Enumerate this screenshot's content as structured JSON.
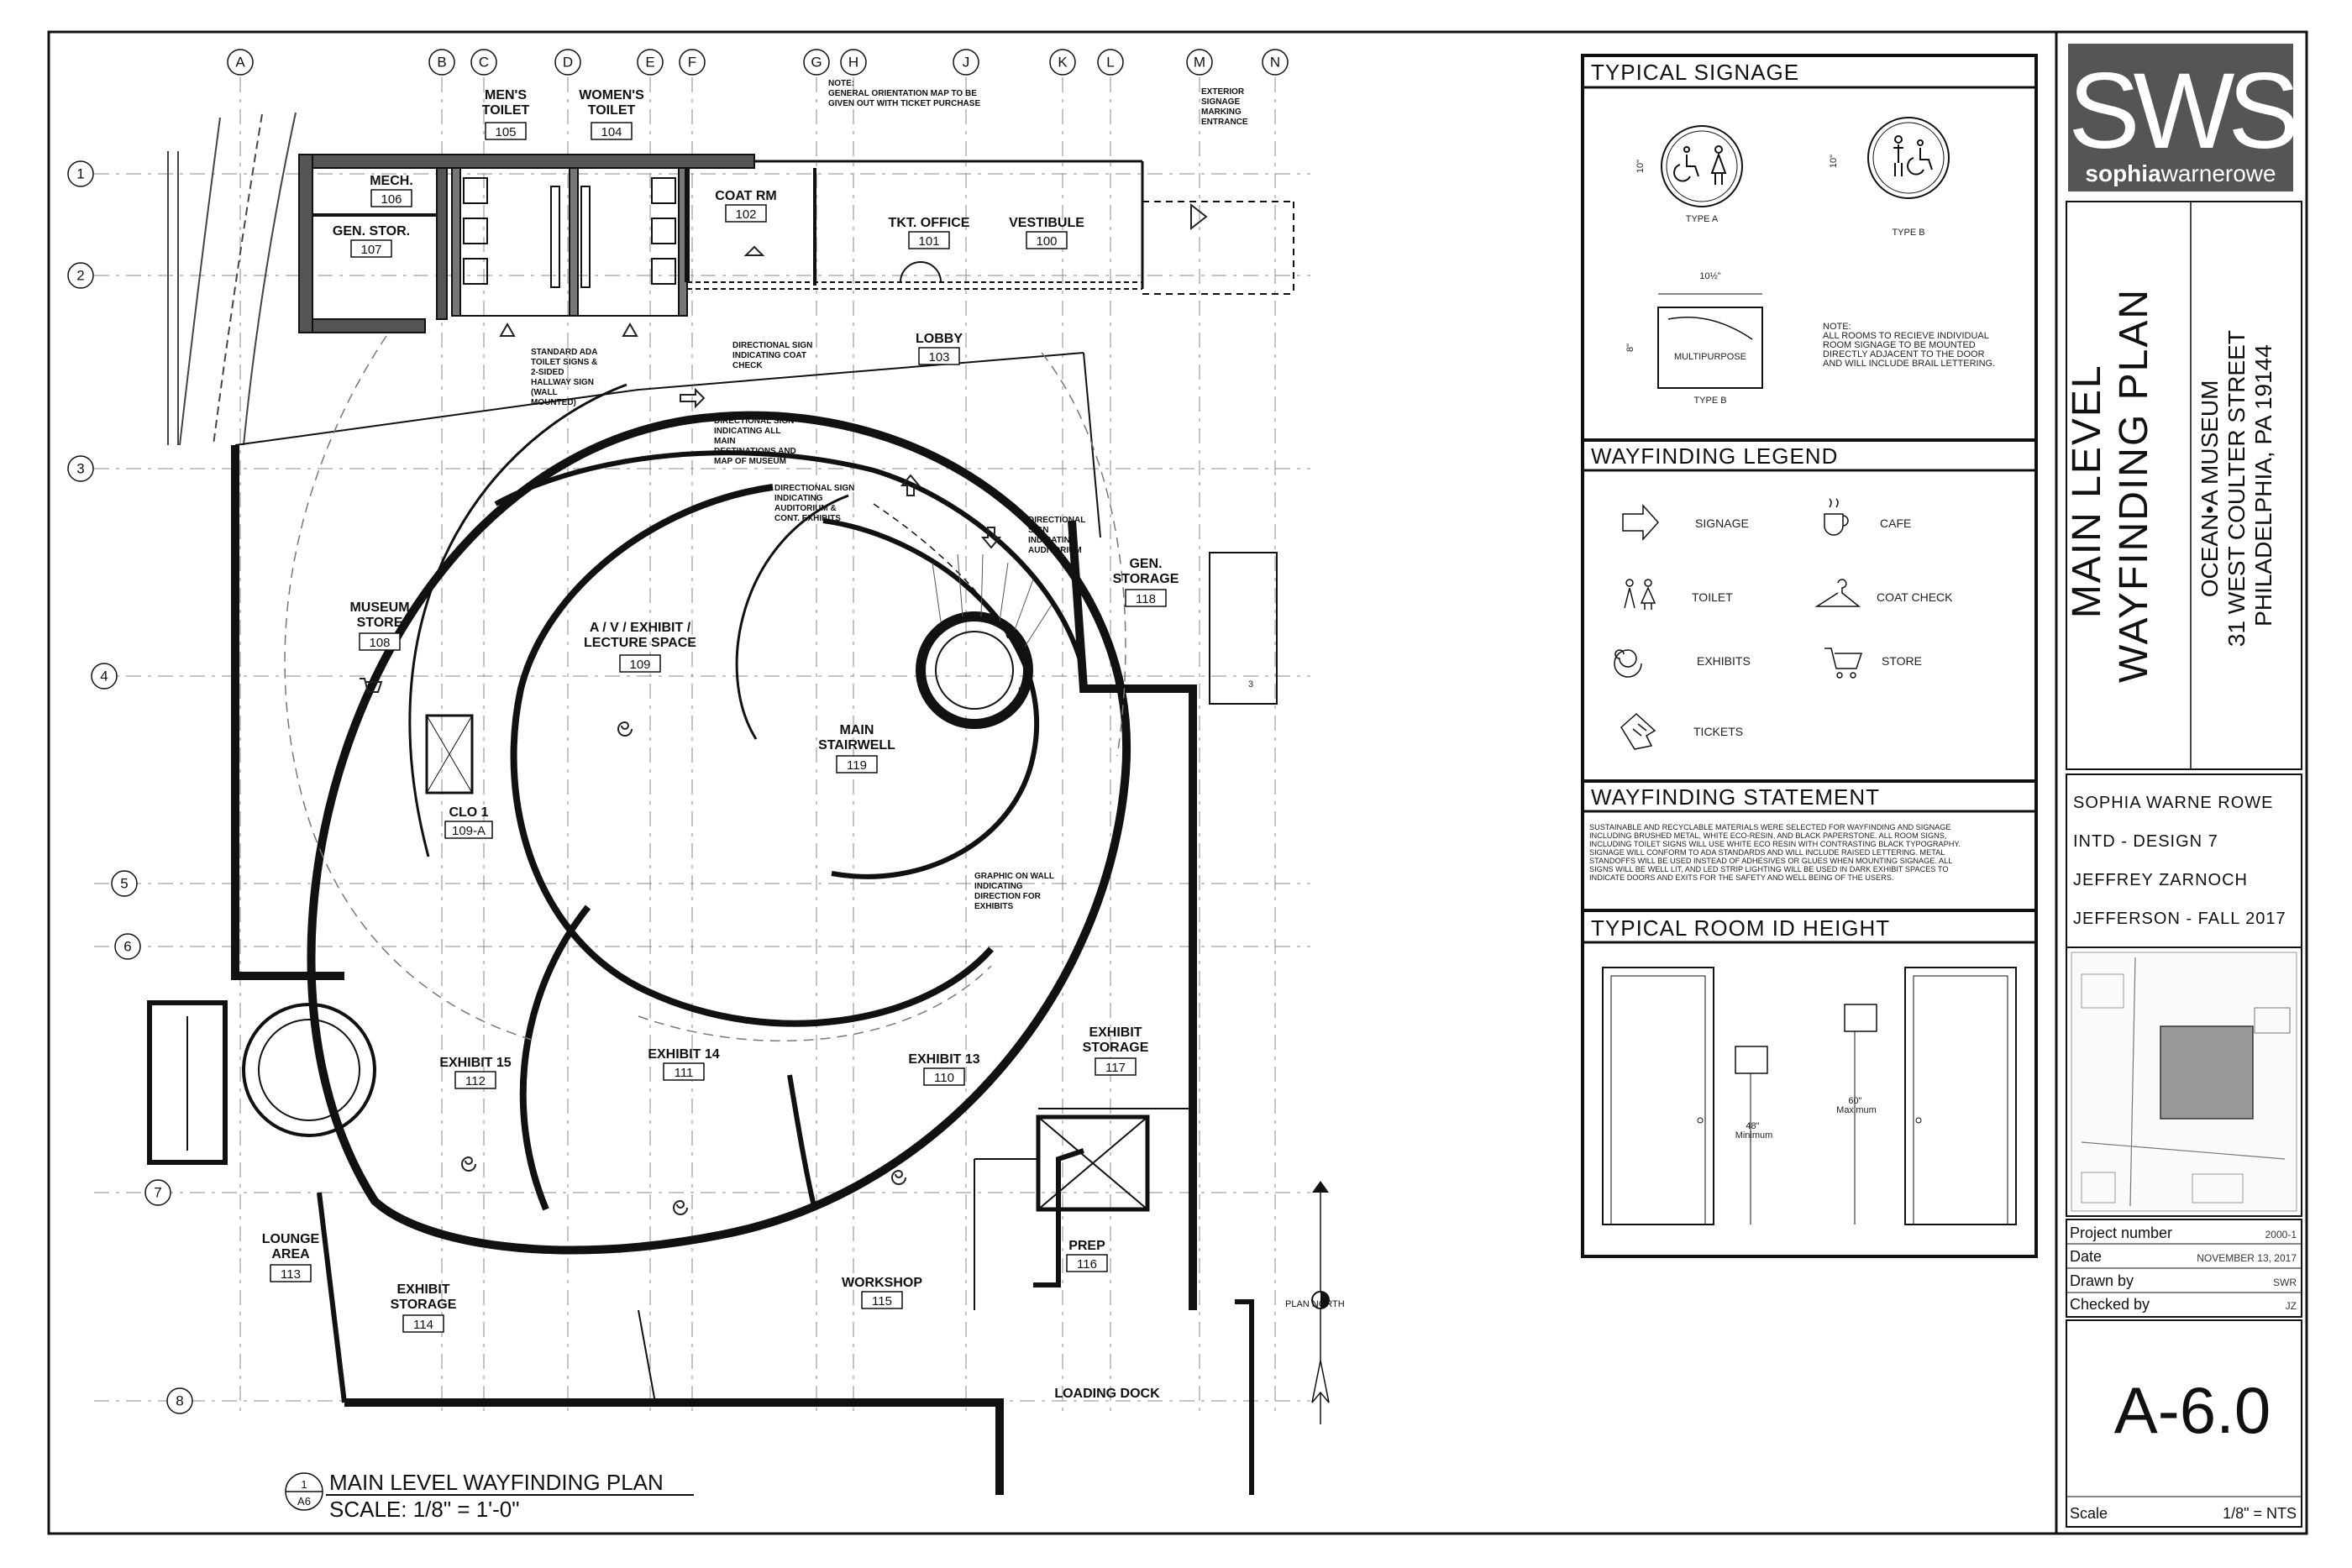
{
  "plan": {
    "title": "MAIN LEVEL WAYFINDING PLAN",
    "scale": "SCALE: 1/8\" = 1'-0\"",
    "detail_number": "1",
    "detail_sheet": "A6",
    "north_label": "PLAN NORTH",
    "grid_cols": [
      "A",
      "B",
      "C",
      "D",
      "E",
      "F",
      "G",
      "H",
      "J",
      "K",
      "L",
      "M",
      "N"
    ],
    "grid_rows": [
      "1",
      "2",
      "3",
      "4",
      "5",
      "6",
      "7",
      "8"
    ],
    "rooms": [
      {
        "name": "MEN'S TOILET",
        "lines": [
          "MEN'S",
          "TOILET"
        ],
        "number": "105"
      },
      {
        "name": "WOMEN'S TOILET",
        "lines": [
          "WOMEN'S",
          "TOILET"
        ],
        "number": "104"
      },
      {
        "name": "MECH.",
        "lines": [
          "MECH."
        ],
        "number": "106"
      },
      {
        "name": "GEN. STOR.",
        "lines": [
          "GEN. STOR."
        ],
        "number": "107"
      },
      {
        "name": "COAT RM",
        "lines": [
          "COAT RM"
        ],
        "number": "102"
      },
      {
        "name": "TKT. OFFICE",
        "lines": [
          "TKT. OFFICE"
        ],
        "number": "101"
      },
      {
        "name": "VESTIBULE",
        "lines": [
          "VESTIBULE"
        ],
        "number": "100"
      },
      {
        "name": "LOBBY",
        "lines": [
          "LOBBY"
        ],
        "number": "103"
      },
      {
        "name": "MUSEUM STORE",
        "lines": [
          "MUSEUM",
          "STORE"
        ],
        "number": "108"
      },
      {
        "name": "A / V / EXHIBIT / LECTURE SPACE",
        "lines": [
          "A / V / EXHIBIT /",
          "LECTURE SPACE"
        ],
        "number": "109"
      },
      {
        "name": "GEN. STORAGE",
        "lines": [
          "GEN.",
          "STORAGE"
        ],
        "number": "118"
      },
      {
        "name": "MAIN STAIRWELL",
        "lines": [
          "MAIN",
          "STAIRWELL"
        ],
        "number": "119"
      },
      {
        "name": "CLO 1",
        "lines": [
          "CLO 1"
        ],
        "number": "109-A"
      },
      {
        "name": "EXHIBIT 15",
        "lines": [
          "EXHIBIT 15"
        ],
        "number": "112"
      },
      {
        "name": "EXHIBIT 14",
        "lines": [
          "EXHIBIT 14"
        ],
        "number": "111"
      },
      {
        "name": "EXHIBIT 13",
        "lines": [
          "EXHIBIT 13"
        ],
        "number": "110"
      },
      {
        "name": "EXHIBIT STORAGE",
        "lines": [
          "EXHIBIT",
          "STORAGE"
        ],
        "number": "117"
      },
      {
        "name": "LOUNGE AREA",
        "lines": [
          "LOUNGE",
          "AREA"
        ],
        "number": "113"
      },
      {
        "name": "EXHIBIT STORAGE",
        "lines": [
          "EXHIBIT",
          "STORAGE"
        ],
        "number": "114"
      },
      {
        "name": "WORKSHOP",
        "lines": [
          "WORKSHOP"
        ],
        "number": "115"
      },
      {
        "name": "PREP",
        "lines": [
          "PREP"
        ],
        "number": "116"
      },
      {
        "name": "LOADING DOCK",
        "lines": [
          "LOADING DOCK"
        ],
        "number": ""
      }
    ],
    "notes": [
      {
        "lines": [
          "NOTE:",
          "GENERAL ORIENTATION MAP TO BE",
          "GIVEN OUT WITH TICKET PURCHASE"
        ]
      },
      {
        "lines": [
          "EXTERIOR",
          "SIGNAGE",
          "MARKING",
          "ENTRANCE"
        ]
      },
      {
        "lines": [
          "STANDARD ADA",
          "TOILET SIGNS &",
          "2-SIDED",
          "HALLWAY SIGN",
          "(WALL",
          "MOUNTED)"
        ]
      },
      {
        "lines": [
          "DIRECTIONAL SIGN",
          "INDICATING COAT",
          "CHECK"
        ]
      },
      {
        "lines": [
          "DIRECTIONAL SIGN",
          "INDICATING ALL",
          "MAIN",
          "DESTINATIONS AND",
          "MAP OF MUSEUM"
        ]
      },
      {
        "lines": [
          "DIRECTIONAL SIGN",
          "INDICATING",
          "AUDITORIUM &",
          "CONT. EXHIBITS"
        ]
      },
      {
        "lines": [
          "DIRECTIONAL",
          "SIGN",
          "INDICATING",
          "AUDITORIUM"
        ]
      },
      {
        "lines": [
          "GRAPHIC ON WALL",
          "INDICATING",
          "DIRECTION FOR",
          "EXHIBITS"
        ]
      }
    ]
  },
  "typical_signage": {
    "title": "TYPICAL SIGNAGE",
    "type_a": "TYPE A",
    "type_b": "TYPE B",
    "type_b2": "TYPE B",
    "dim_10": "10\"",
    "dim_10b": "10\"",
    "dim_10_half": "10½\"",
    "dim_8": "8\"",
    "multipurpose": "MULTIPURPOSE",
    "note": [
      "NOTE:",
      "ALL ROOMS TO RECIEVE INDIVIDUAL",
      "ROOM SIGNAGE TO BE MOUNTED",
      "DIRECTLY ADJACENT TO THE DOOR",
      "AND WILL INCLUDE BRAIL LETTERING."
    ]
  },
  "wayfinding_legend": {
    "title": "WAYFINDING LEGEND",
    "items": [
      {
        "icon": "arrow-icon",
        "label": "SIGNAGE"
      },
      {
        "icon": "cup-icon",
        "label": "CAFE"
      },
      {
        "icon": "toilet-icon",
        "label": "TOILET"
      },
      {
        "icon": "hanger-icon",
        "label": "COAT CHECK"
      },
      {
        "icon": "spiral-icon",
        "label": "EXHIBITS"
      },
      {
        "icon": "cart-icon",
        "label": "STORE"
      },
      {
        "icon": "ticket-icon",
        "label": "TICKETS"
      }
    ]
  },
  "wayfinding_statement": {
    "title": "WAYFINDING STATEMENT",
    "lines": [
      "SUSTAINABLE AND RECYCLABLE MATERIALS WERE SELECTED FOR WAYFINDING AND SIGNAGE",
      "INCLUDING BRUSHED METAL, WHITE ECO-RESIN, AND BLACK PAPERSTONE. ALL ROOM SIGNS,",
      "INCLUDING TOILET SIGNS WILL USE WHITE ECO RESIN WITH CONTRASTING BLACK TYPOGRAPHY.",
      "SIGNAGE WILL CONFORM TO ADA STANDARDS AND WILL INCLUDE RAISED LETTERING. METAL",
      "STANDOFFS WILL BE USED INSTEAD OF ADHESIVES OR GLUES WHEN MOUNTING SIGNAGE. ALL",
      "SIGNS WILL BE WELL LIT, AND LED STRIP LIGHTING WILL BE USED IN DARK EXHIBIT SPACES TO",
      "INDICATE DOORS AND EXITS FOR THE SAFETY AND WELL BEING OF THE USERS."
    ]
  },
  "room_id_height": {
    "title": "TYPICAL ROOM ID HEIGHT",
    "left_dim": [
      "48\"",
      "Minimum"
    ],
    "right_dim": [
      "60\"",
      "Maximum"
    ]
  },
  "title_block": {
    "logo_letters": "SWS",
    "logo_first": "sophia",
    "logo_rest": "warnerowe",
    "drawing_title_1": "MAIN LEVEL",
    "drawing_title_2": "WAYFINDING PLAN",
    "address_1": "OCEAN•A MUSEUM",
    "address_2": "31 WEST COULTER STREET",
    "address_3": "PHILADELPHIA, PA 19144",
    "designer": "SOPHIA WARNE ROWE",
    "course": "INTD - DESIGN 7",
    "instructor": "JEFFREY ZARNOCH",
    "term": "JEFFERSON - FALL 2017",
    "fields": [
      {
        "label": "Project number",
        "value": "2000-1"
      },
      {
        "label": "Date",
        "value": "NOVEMBER 13, 2017"
      },
      {
        "label": "Drawn by",
        "value": "SWR"
      },
      {
        "label": "Checked by",
        "value": "JZ"
      }
    ],
    "sheet_number": "A-6.0",
    "scale_label": "Scale",
    "scale_value": "1/8\" = NTS"
  }
}
